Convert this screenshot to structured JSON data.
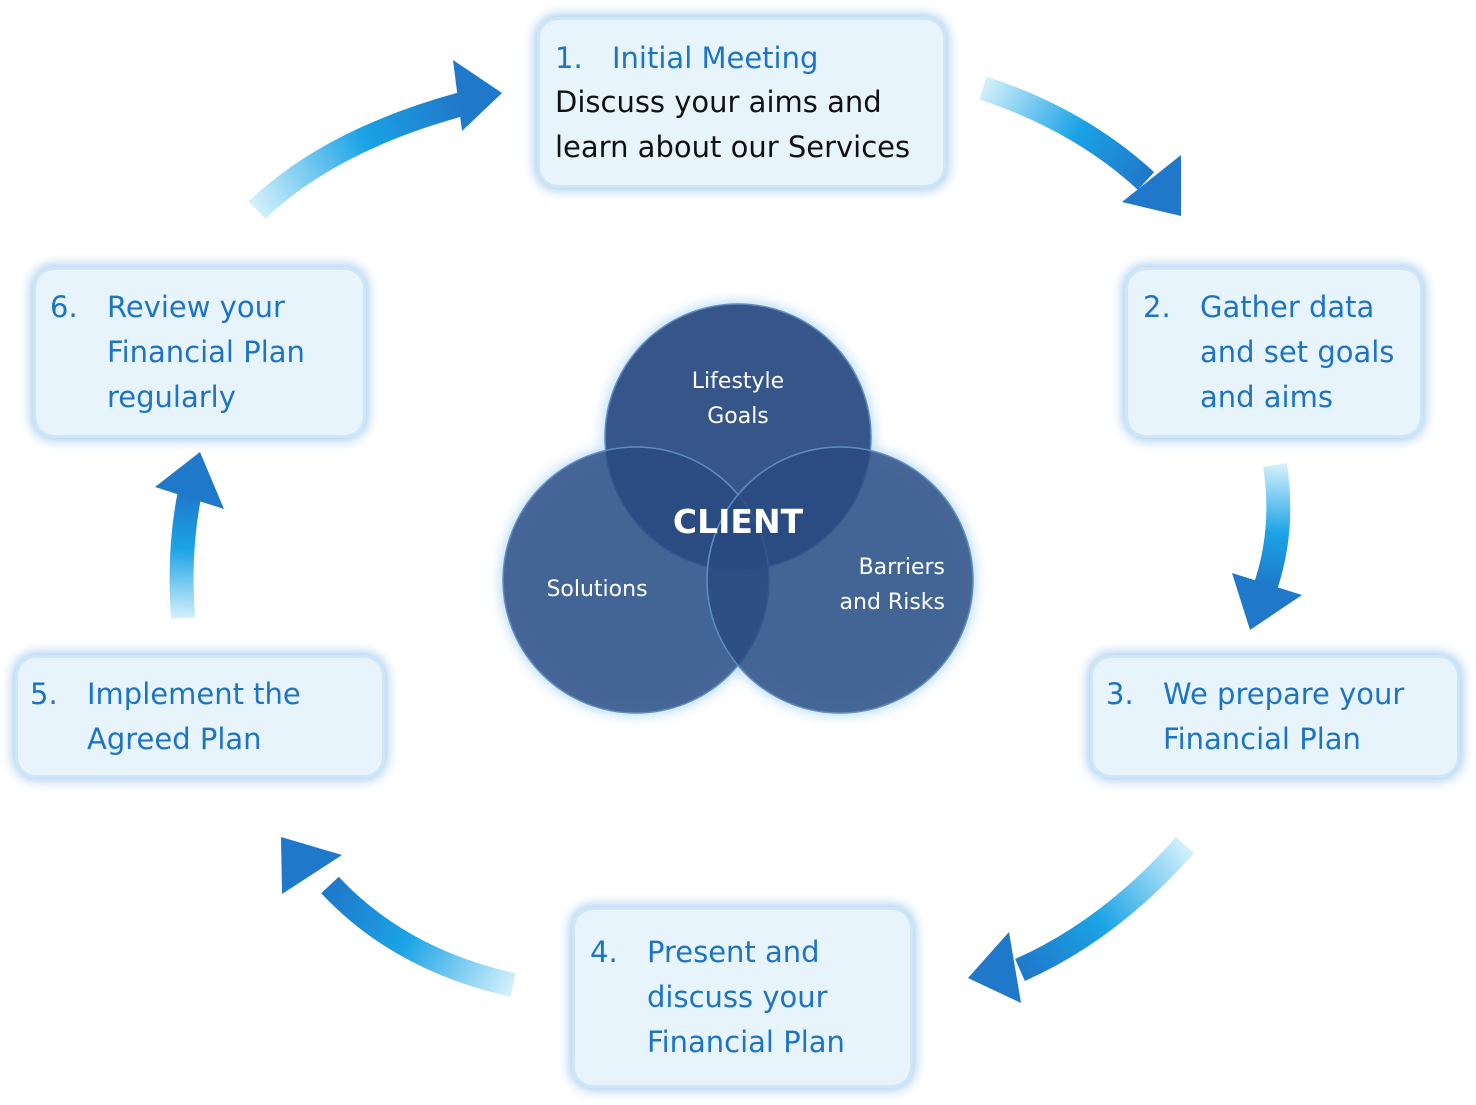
{
  "steps": [
    {
      "number": "1.",
      "title_lines": [
        "Initial Meeting"
      ],
      "desc_lines": [
        "Discuss your aims and",
        "learn about our Services"
      ]
    },
    {
      "number": "2.",
      "title_lines": [
        "Gather data",
        "and set goals",
        "and aims"
      ]
    },
    {
      "number": "3.",
      "title_lines": [
        "We prepare your",
        "Financial Plan"
      ]
    },
    {
      "number": "4.",
      "title_lines": [
        "Present and",
        "discuss your",
        "Financial Plan"
      ]
    },
    {
      "number": "5.",
      "title_lines": [
        "Implement the",
        "Agreed Plan"
      ]
    },
    {
      "number": "6.",
      "title_lines": [
        "Review your",
        "Financial Plan",
        "regularly"
      ]
    }
  ],
  "venn": {
    "center_label": "CLIENT",
    "circles": [
      {
        "label_lines": [
          "Lifestyle",
          "Goals"
        ]
      },
      {
        "label_lines": [
          "Solutions"
        ]
      },
      {
        "label_lines": [
          "Barriers",
          "and Risks"
        ]
      }
    ]
  },
  "colors": {
    "step_text": "#1e74c4",
    "desc_text": "#111111",
    "box_fill": "#e7f4fb",
    "venn_circle": "#2a4a80",
    "arrow_dark": "#1576c8",
    "arrow_light": "#cfeefb"
  }
}
